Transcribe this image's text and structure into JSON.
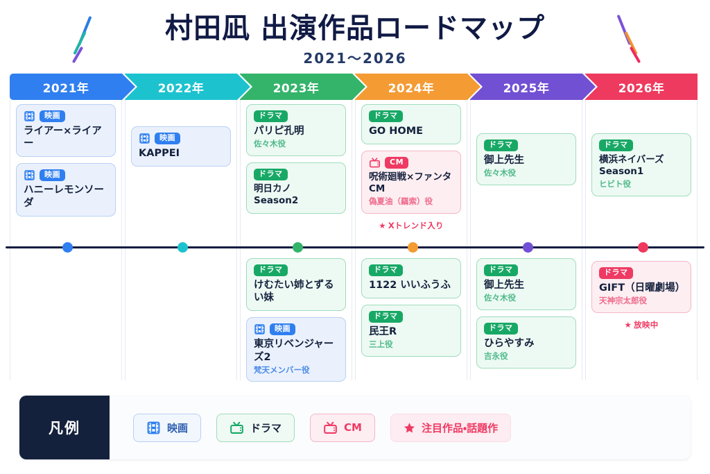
{
  "header": {
    "title": "村田凪 出演作品ロードマップ",
    "subtitle": "2021〜2026"
  },
  "years": [
    {
      "label": "2021年",
      "color": "#2f7ff0",
      "dot": "#2f7ff0"
    },
    {
      "label": "2022年",
      "color": "#1cc3cf",
      "dot": "#1cc3cf"
    },
    {
      "label": "2023年",
      "color": "#34b46a",
      "dot": "#34b46a"
    },
    {
      "label": "2024年",
      "color": "#f49b34",
      "dot": "#f49b34"
    },
    {
      "label": "2025年",
      "color": "#7250d3",
      "dot": "#7250d3"
    },
    {
      "label": "2026年",
      "color": "#ee3a5e",
      "dot": "#ee3a5e"
    }
  ],
  "columns": [
    {
      "year": "2021年",
      "above": [
        {
          "type": "movie",
          "badge": "映画",
          "icon": "film-icon",
          "title": "ライアー×ライアー",
          "role": ""
        },
        {
          "type": "movie",
          "badge": "映画",
          "icon": "film-icon",
          "title": "ハニーレモンソーダ",
          "role": ""
        }
      ],
      "below": []
    },
    {
      "year": "2022年",
      "above": [
        {
          "type": "movie",
          "badge": "映画",
          "icon": "film-icon",
          "title": "KAPPEI",
          "role": ""
        }
      ],
      "below": []
    },
    {
      "year": "2023年",
      "above": [
        {
          "type": "drama",
          "badge": "ドラマ",
          "icon": "",
          "title": "パリピ孔明",
          "role": "佐々木役"
        },
        {
          "type": "drama",
          "badge": "ドラマ",
          "icon": "",
          "title": "明日カノ Season2",
          "role": ""
        }
      ],
      "below": [
        {
          "type": "drama",
          "badge": "ドラマ",
          "icon": "",
          "title": "けむたい姉とずるい妹",
          "role": ""
        },
        {
          "type": "movie",
          "badge": "映画",
          "icon": "film-icon",
          "title": "東京リベンジャーズ2",
          "role": "梵天メンバー役"
        }
      ]
    },
    {
      "year": "2024年",
      "above": [
        {
          "type": "drama",
          "badge": "ドラマ",
          "icon": "",
          "title": "GO HOME",
          "role": ""
        },
        {
          "type": "cm",
          "badge": "CM",
          "icon": "tv-icon",
          "title": "呪術廻戦×ファンタCM",
          "role": "偽夏油（羂索）役",
          "note": "Xトレンド入り"
        }
      ],
      "below": [
        {
          "type": "drama",
          "badge": "ドラマ",
          "icon": "",
          "title": "1122 いいふうふ",
          "role": ""
        },
        {
          "type": "drama",
          "badge": "ドラマ",
          "icon": "",
          "title": "民王R",
          "role": "三上役"
        }
      ]
    },
    {
      "year": "2025年",
      "above": [
        {
          "type": "drama",
          "badge": "ドラマ",
          "icon": "",
          "title": "御上先生",
          "role": "佐々木役"
        }
      ],
      "below": [
        {
          "type": "drama",
          "badge": "ドラマ",
          "icon": "",
          "title": "御上先生",
          "role": "佐々木役"
        },
        {
          "type": "drama",
          "badge": "ドラマ",
          "icon": "",
          "title": "ひらやすみ",
          "role": "吉永役"
        }
      ]
    },
    {
      "year": "2026年",
      "above": [
        {
          "type": "drama",
          "badge": "ドラマ",
          "icon": "",
          "title": "横浜ネイバーズ Season1",
          "role": "ヒビト役"
        }
      ],
      "below": [
        {
          "type": "cm",
          "badge": "ドラマ",
          "icon": "",
          "title": "GIFT（日曜劇場）",
          "role": "天神宗太郎役",
          "note": "放映中"
        }
      ]
    }
  ],
  "legend": {
    "label": "凡例",
    "items": [
      {
        "key": "movie",
        "icon": "film-icon",
        "text": "映画"
      },
      {
        "key": "drama",
        "icon": "tv-icon",
        "text": "ドラマ"
      },
      {
        "key": "cm",
        "icon": "tv-icon",
        "text": "CM"
      },
      {
        "key": "star",
        "icon": "star-icon",
        "text": "注目作品・話題作"
      }
    ]
  },
  "colors": {
    "movie": "#2f7ff0",
    "drama": "#18a866",
    "cm": "#ef3a63",
    "axis": "#0f1c3f",
    "title": "#101a44"
  }
}
